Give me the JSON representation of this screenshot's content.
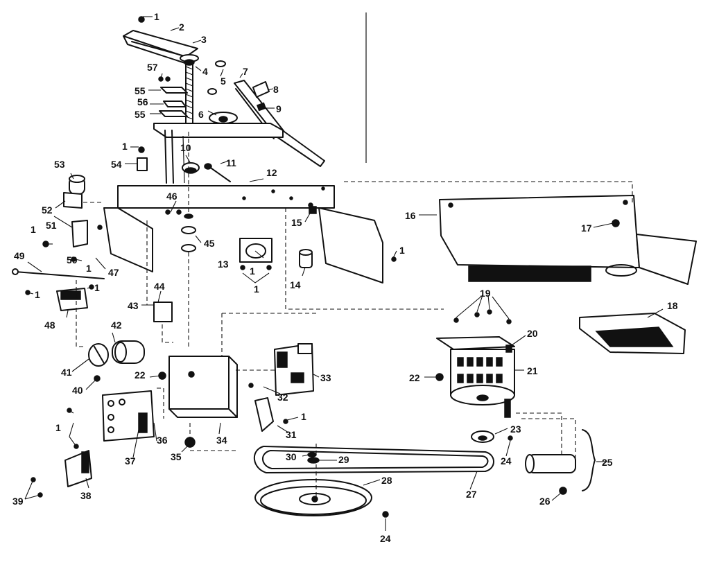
{
  "diagram": {
    "labels": [
      {
        "id": "l1a",
        "text": "1"
      },
      {
        "id": "l2",
        "text": "2"
      },
      {
        "id": "l3",
        "text": "3"
      },
      {
        "id": "l4",
        "text": "4"
      },
      {
        "id": "l5",
        "text": "5"
      },
      {
        "id": "l6",
        "text": "6"
      },
      {
        "id": "l7",
        "text": "7"
      },
      {
        "id": "l8",
        "text": "8"
      },
      {
        "id": "l9",
        "text": "9"
      },
      {
        "id": "l10",
        "text": "10"
      },
      {
        "id": "l11",
        "text": "11"
      },
      {
        "id": "l12",
        "text": "12"
      },
      {
        "id": "l13",
        "text": "13"
      },
      {
        "id": "l14",
        "text": "14"
      },
      {
        "id": "l15",
        "text": "15"
      },
      {
        "id": "l16",
        "text": "16"
      },
      {
        "id": "l17",
        "text": "17"
      },
      {
        "id": "l18",
        "text": "18"
      },
      {
        "id": "l19",
        "text": "19"
      },
      {
        "id": "l20",
        "text": "20"
      },
      {
        "id": "l21",
        "text": "21"
      },
      {
        "id": "l22a",
        "text": "22"
      },
      {
        "id": "l22b",
        "text": "22"
      },
      {
        "id": "l23",
        "text": "23"
      },
      {
        "id": "l24a",
        "text": "24"
      },
      {
        "id": "l24b",
        "text": "24"
      },
      {
        "id": "l25",
        "text": "25"
      },
      {
        "id": "l26",
        "text": "26"
      },
      {
        "id": "l27",
        "text": "27"
      },
      {
        "id": "l28",
        "text": "28"
      },
      {
        "id": "l29",
        "text": "29"
      },
      {
        "id": "l30",
        "text": "30"
      },
      {
        "id": "l31",
        "text": "31"
      },
      {
        "id": "l32",
        "text": "32"
      },
      {
        "id": "l33",
        "text": "33"
      },
      {
        "id": "l34",
        "text": "34"
      },
      {
        "id": "l35",
        "text": "35"
      },
      {
        "id": "l36",
        "text": "36"
      },
      {
        "id": "l37",
        "text": "37"
      },
      {
        "id": "l38",
        "text": "38"
      },
      {
        "id": "l39",
        "text": "39"
      },
      {
        "id": "l40",
        "text": "40"
      },
      {
        "id": "l41",
        "text": "41"
      },
      {
        "id": "l42",
        "text": "42"
      },
      {
        "id": "l43",
        "text": "43"
      },
      {
        "id": "l44",
        "text": "44"
      },
      {
        "id": "l45",
        "text": "45"
      },
      {
        "id": "l46",
        "text": "46"
      },
      {
        "id": "l47",
        "text": "47"
      },
      {
        "id": "l48",
        "text": "48"
      },
      {
        "id": "l49",
        "text": "49"
      },
      {
        "id": "l50",
        "text": "50"
      },
      {
        "id": "l51",
        "text": "51"
      },
      {
        "id": "l52",
        "text": "52"
      },
      {
        "id": "l53",
        "text": "53"
      },
      {
        "id": "l54",
        "text": "54"
      },
      {
        "id": "l55a",
        "text": "55"
      },
      {
        "id": "l55b",
        "text": "55"
      },
      {
        "id": "l56",
        "text": "56"
      },
      {
        "id": "l57",
        "text": "57"
      },
      {
        "id": "l1b",
        "text": "1"
      },
      {
        "id": "l1c",
        "text": "1"
      },
      {
        "id": "l1d",
        "text": "1"
      },
      {
        "id": "l1e",
        "text": "1"
      },
      {
        "id": "l1f",
        "text": "1"
      },
      {
        "id": "l1g",
        "text": "1"
      },
      {
        "id": "l1h",
        "text": "1"
      },
      {
        "id": "l1i",
        "text": "1"
      },
      {
        "id": "l1j",
        "text": "1"
      },
      {
        "id": "l1k",
        "text": "1"
      }
    ]
  }
}
